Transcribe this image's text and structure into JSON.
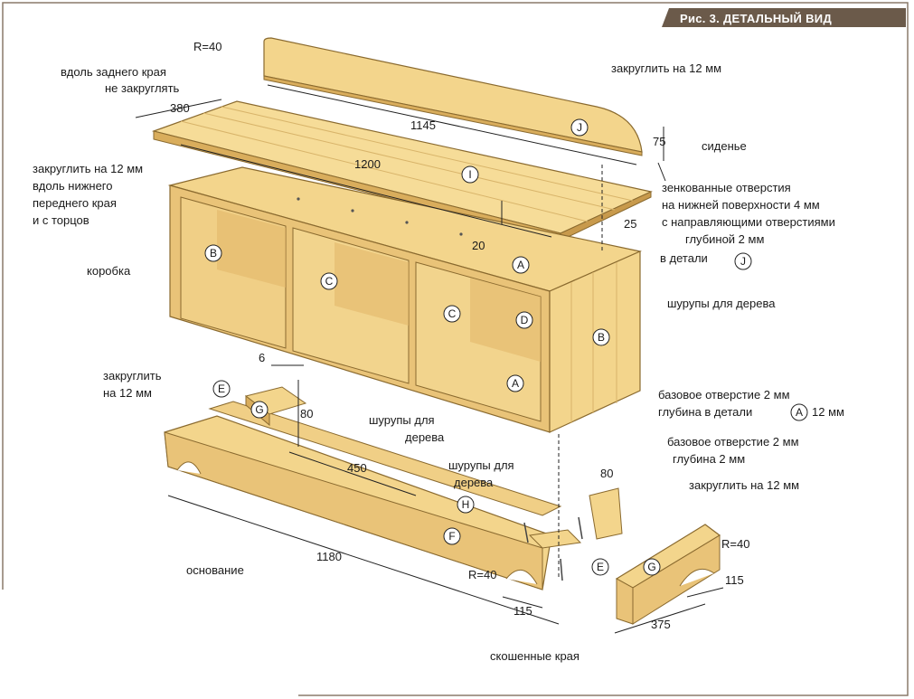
{
  "title": "Рис. 3. ДЕТАЛЬНЫЙ ВИД",
  "colors": {
    "wood": "#f3d58c",
    "wood_light": "#f8e3a8",
    "wood_dark": "#d9ad5c",
    "edge": "#8a6a2f",
    "line": "#222222",
    "title_bg": "#6b5a4a"
  },
  "labels": {
    "r40_top": "R=40",
    "back_edge_1": "вдоль заднего края",
    "back_edge_2": "не закруглять",
    "round12_j": "закруглить на 12 мм",
    "seat": "сиденье",
    "round12_front_1": "закруглить на 12 мм",
    "round12_front_2": "вдоль нижнего",
    "round12_front_3": "переднего края",
    "round12_front_4": "и с торцов",
    "countersunk_1": "зенкованные отверстия",
    "countersunk_2": "на нижней поверхности 4 мм",
    "countersunk_3": "с направляющими отверстиями",
    "countersunk_4": "глубиной 2 мм",
    "countersunk_5": "в детали",
    "box": "коробка",
    "screws_1": "шурупы для дерева",
    "round12_left_1": "закруглить",
    "round12_left_2": "на 12 мм",
    "base_hole_1": "базовое отверстие 2 мм",
    "base_hole_2": "глубина в детали",
    "base_hole_2b": "12 мм",
    "screws_2a": "шурупы для",
    "screws_2b": "дерева",
    "screws_3a": "шурупы для",
    "screws_3b": "дерева",
    "base_hole_3": "базовое отверстие 2 мм",
    "base_hole_4": "глубина 2 мм",
    "round12_right": "закруглить на 12 мм",
    "base": "основание",
    "r40_mid": "R=40",
    "r40_right": "R=40",
    "beveled": "скошенные края"
  },
  "dimensions": {
    "d380": "380",
    "d1145": "1145",
    "d75": "75",
    "d1200": "1200",
    "d25": "25",
    "d20": "20",
    "d6": "6",
    "d80a": "80",
    "d450": "450",
    "d80b": "80",
    "d1180": "1180",
    "d115a": "115",
    "d115b": "115",
    "d375": "375"
  },
  "parts": {
    "A": "A",
    "B": "B",
    "C": "C",
    "D": "D",
    "E": "E",
    "F": "F",
    "G": "G",
    "H": "H",
    "I": "I",
    "J": "J"
  }
}
